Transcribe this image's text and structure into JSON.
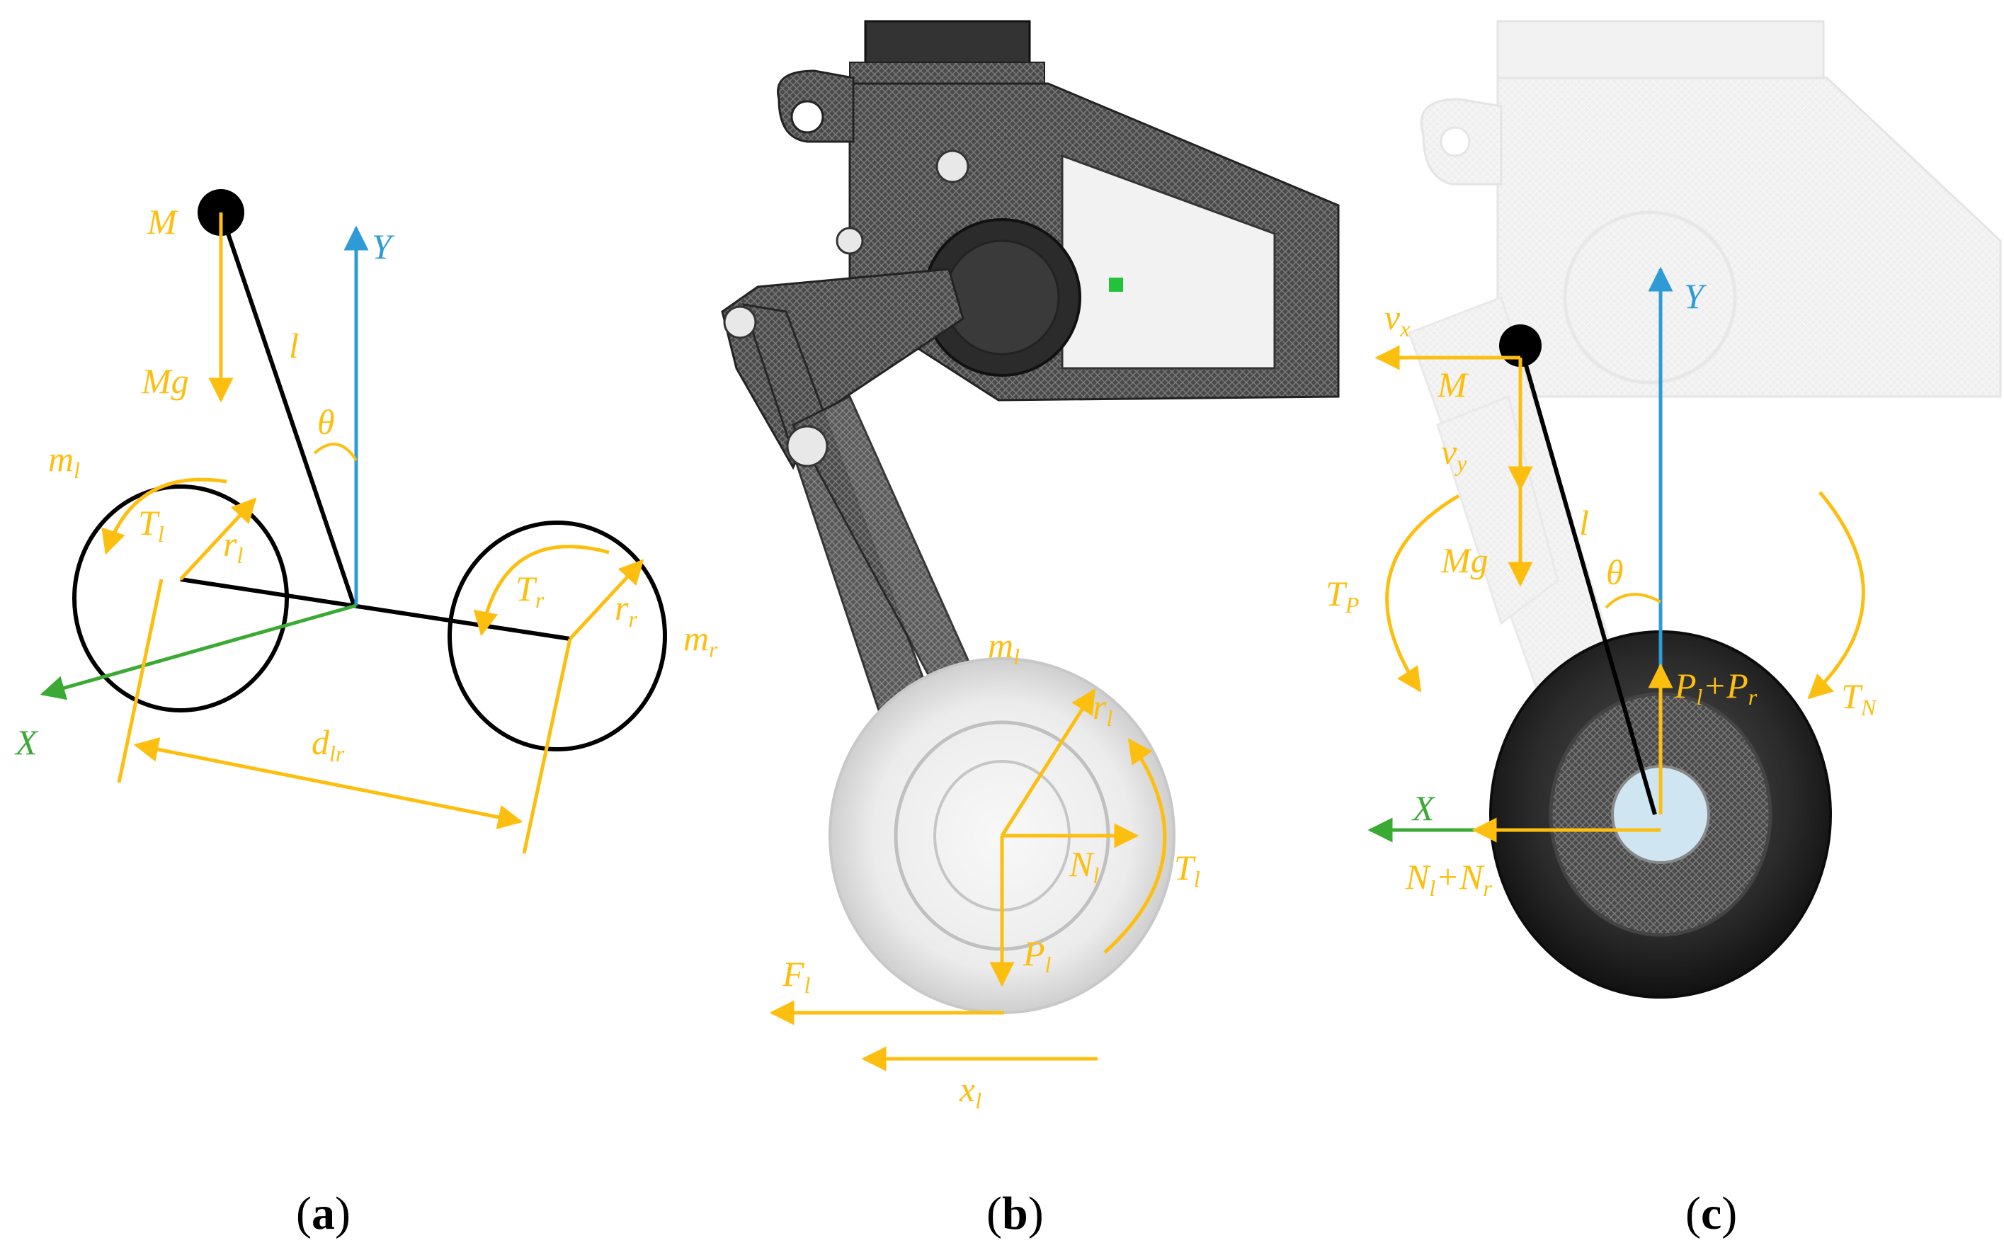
{
  "colors": {
    "force": "#FDBF0F",
    "y_axis": "#2E9BD6",
    "x_axis": "#3BAA35",
    "line": "#000000",
    "carbon": "#3a3a3a",
    "carbon_light": "#cfcfcf",
    "tire_dark": "#222222",
    "tire_light": "#e4e4e4",
    "accent_green": "#22c23a"
  },
  "panel_a": {
    "caption": "a",
    "labels": {
      "M": "M",
      "Mg": "Mg",
      "l": "l",
      "theta": "θ",
      "Y": "Y",
      "X": "X",
      "m_l": "m",
      "m_l_sub": "l",
      "m_r": "m",
      "m_r_sub": "r",
      "T_l": "T",
      "T_l_sub": "l",
      "T_r": "T",
      "T_r_sub": "r",
      "r_l": "r",
      "r_l_sub": "l",
      "r_r": "r",
      "r_r_sub": "r",
      "d_lr": "d",
      "d_lr_sub": "lr"
    }
  },
  "panel_b": {
    "caption": "b",
    "labels": {
      "m_l": "m",
      "m_l_sub": "l",
      "r_l": "r",
      "r_l_sub": "l",
      "N_l": "N",
      "N_l_sub": "l",
      "T_l": "T",
      "T_l_sub": "l",
      "P_l": "P",
      "P_l_sub": "l",
      "F_l": "F",
      "F_l_sub": "l",
      "x_l": "x",
      "x_l_sub": "l"
    }
  },
  "panel_c": {
    "caption": "c",
    "labels": {
      "Y": "Y",
      "X": "X",
      "M": "M",
      "Mg": "Mg",
      "l": "l",
      "theta": "θ",
      "v_x": "v",
      "v_x_sub": "x",
      "v_y": "v",
      "v_y_sub": "y",
      "T_P": "T",
      "T_P_sub": "P",
      "T_N": "T",
      "T_N_sub": "N",
      "PlPr_1": "P",
      "PlPr_1_sub": "l",
      "PlPr_plus": "+",
      "PlPr_2": "P",
      "PlPr_2_sub": "r",
      "NlNr_1": "N",
      "NlNr_1_sub": "l",
      "NlNr_plus": "+",
      "NlNr_2": "N",
      "NlNr_2_sub": "r"
    }
  }
}
